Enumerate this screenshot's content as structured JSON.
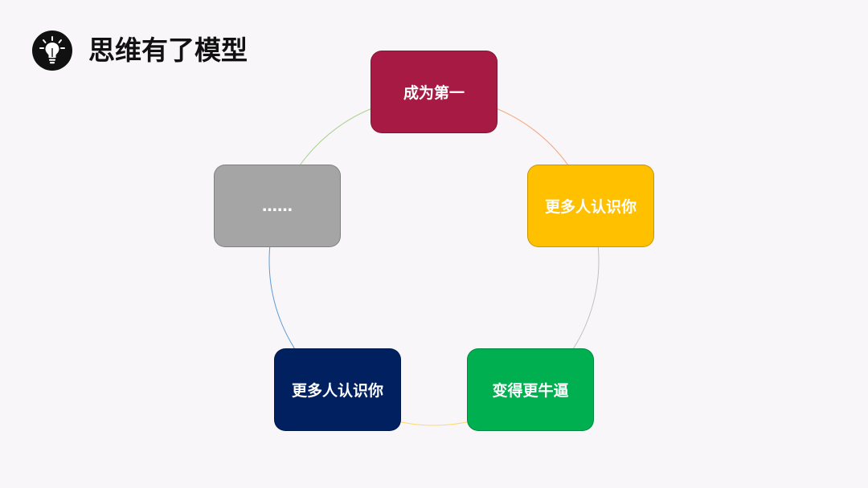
{
  "header": {
    "title": "思维有了模型",
    "icon": "lightbulb-icon"
  },
  "diagram": {
    "nodes": [
      {
        "label": "成为第一",
        "color": "#a61a43"
      },
      {
        "label": "更多人认识你",
        "color": "#ffc000"
      },
      {
        "label": "变得更牛逼",
        "color": "#00b050"
      },
      {
        "label": "更多人认识你",
        "color": "#002060"
      },
      {
        "label": "……",
        "color": "#a5a5a5"
      }
    ],
    "arc_colors": [
      "#f4a57a",
      "#c0c0c0",
      "#ffd966",
      "#5b9bd5",
      "#a9d18e"
    ]
  }
}
